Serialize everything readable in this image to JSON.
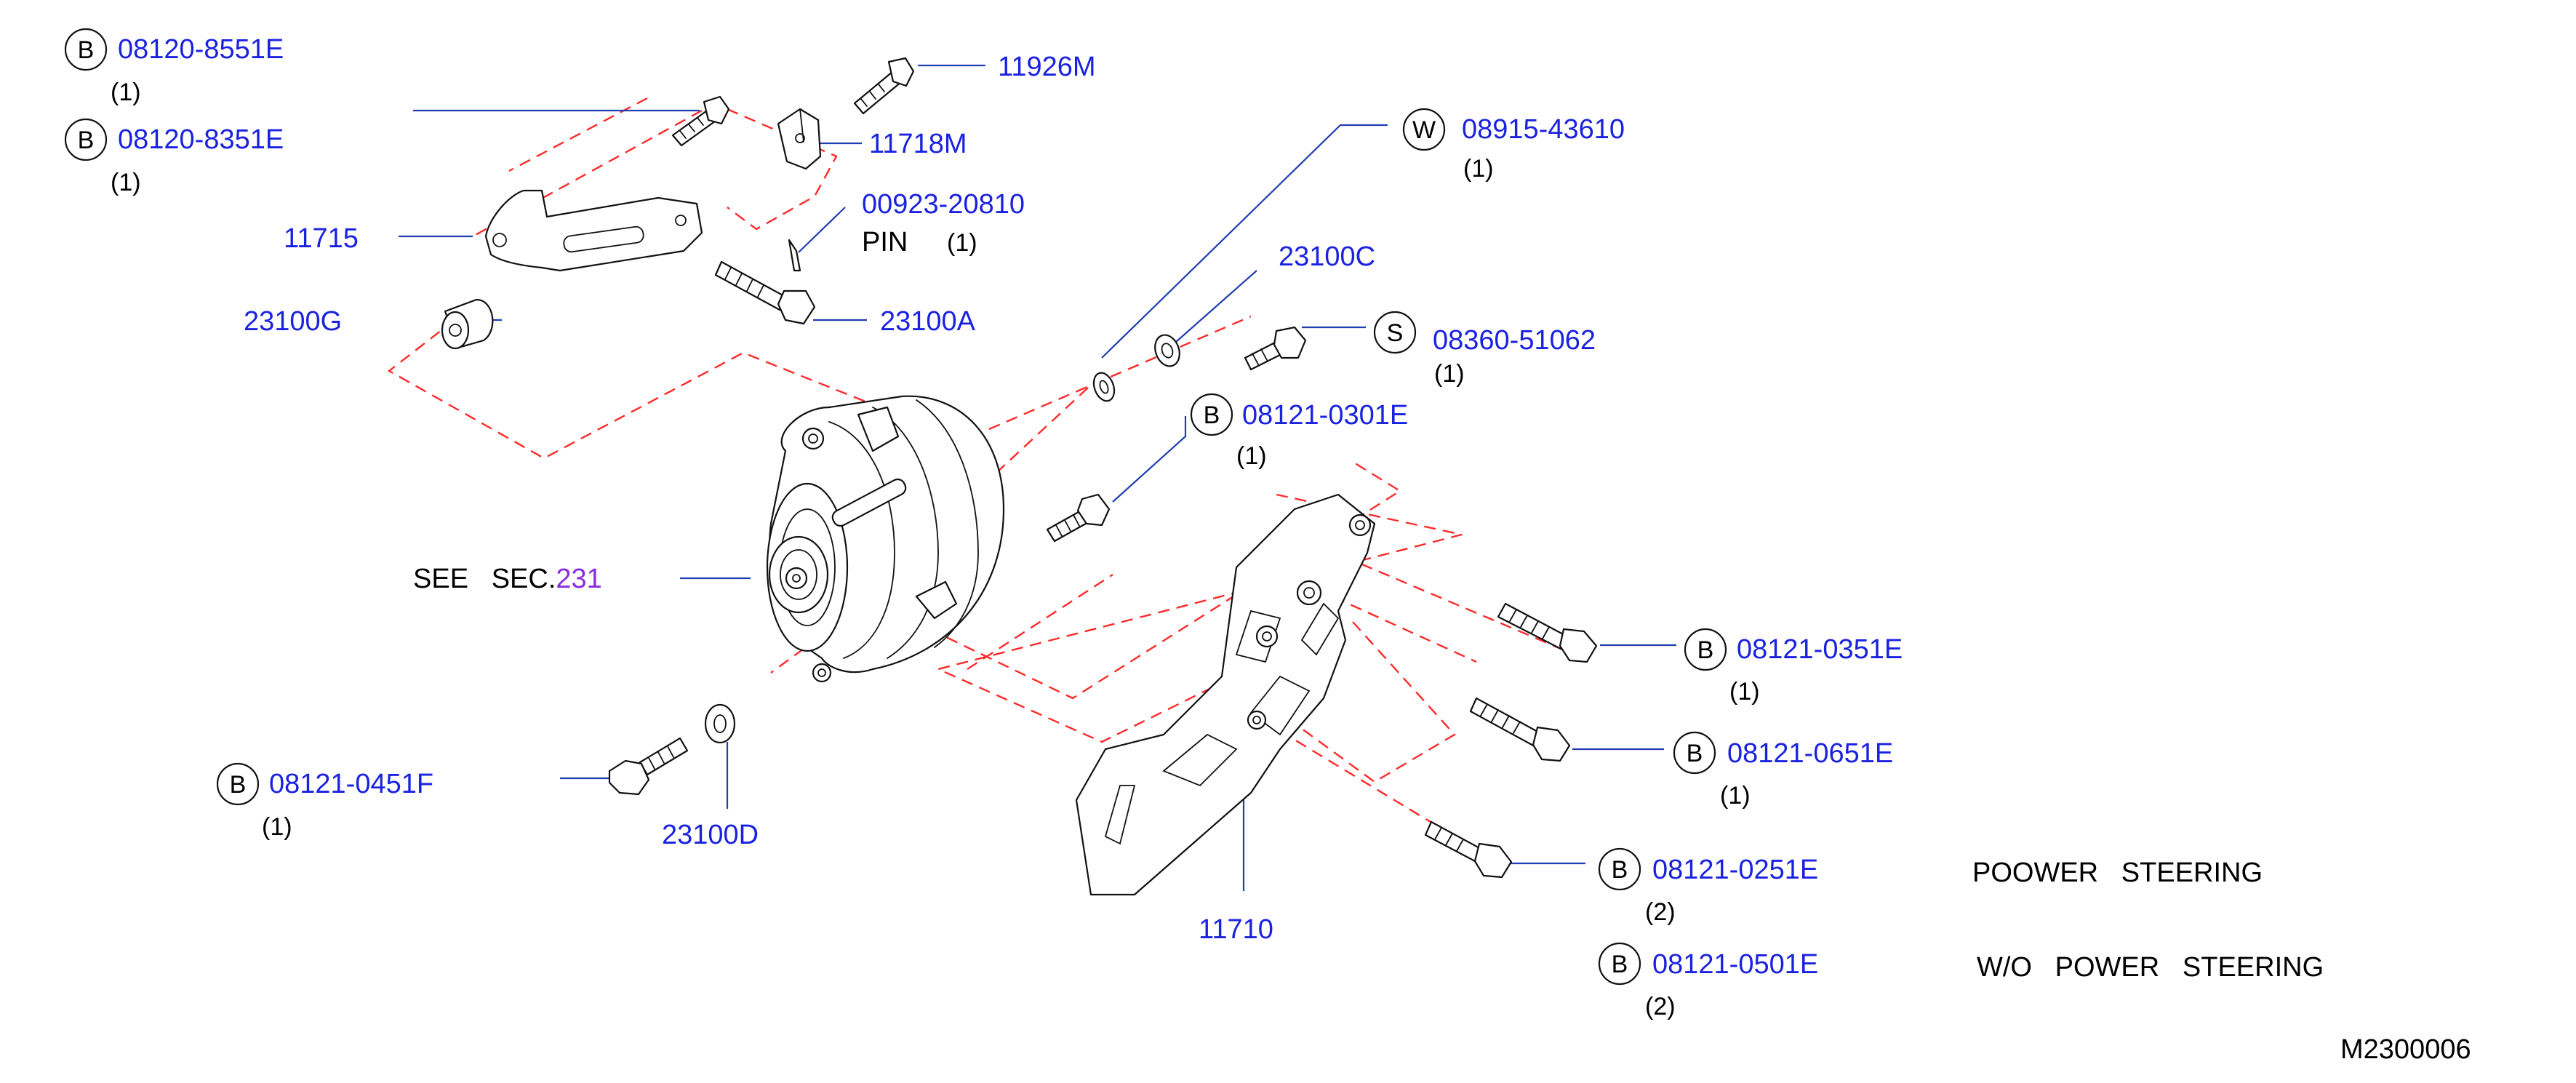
{
  "diagram": {
    "colors": {
      "part_number": "#1a22e0",
      "section_link": "#8a2be2",
      "leader": "#1f3fb0",
      "assembly_dash": "#ff2a2a",
      "text": "#000000"
    },
    "labels": {
      "p_08120_8551E": {
        "badge": "B",
        "number": "08120-8551E",
        "qty": "(1)"
      },
      "p_08120_8351E": {
        "badge": "B",
        "number": "08120-8351E",
        "qty": "(1)"
      },
      "p_11926M": {
        "number": "11926M"
      },
      "p_11718M": {
        "number": "11718M"
      },
      "p_00923_20810": {
        "number": "00923-20810",
        "name": "PIN",
        "qty": "(1)"
      },
      "p_11715": {
        "number": "11715"
      },
      "p_23100G": {
        "number": "23100G"
      },
      "p_23100A": {
        "number": "23100A"
      },
      "p_08915_43610": {
        "badge": "W",
        "number": "08915-43610",
        "qty": "(1)"
      },
      "p_23100C": {
        "number": "23100C"
      },
      "p_08360_51062": {
        "badge": "S",
        "number": "08360-51062",
        "qty": "(1)"
      },
      "p_08121_0301E": {
        "badge": "B",
        "number": "08121-0301E",
        "qty": "(1)"
      },
      "see_section": {
        "prefix": "SEE   SEC.",
        "section": "231"
      },
      "p_08121_0351E": {
        "badge": "B",
        "number": "08121-0351E",
        "qty": "(1)"
      },
      "p_08121_0651E": {
        "badge": "B",
        "number": "08121-0651E",
        "qty": "(1)"
      },
      "p_08121_0451F": {
        "badge": "B",
        "number": "08121-0451F",
        "qty": "(1)"
      },
      "p_23100D": {
        "number": "23100D"
      },
      "p_11710": {
        "number": "11710"
      },
      "p_08121_0251E": {
        "badge": "B",
        "number": "08121-0251E",
        "qty": "(2)",
        "note": "POOWER   STEERING"
      },
      "p_08121_0501E": {
        "badge": "B",
        "number": "08121-0501E",
        "qty": "(2)",
        "note": "W/O   POWER   STEERING"
      }
    },
    "figure_code": "M2300006"
  }
}
